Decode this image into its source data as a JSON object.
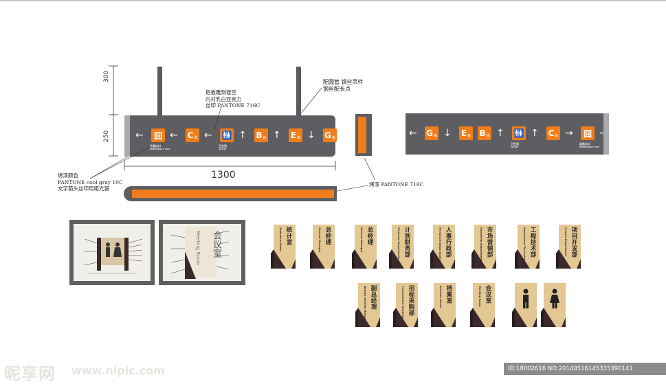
{
  "dimensions": {
    "height_top": "300",
    "height_bar": "250",
    "width": "1300"
  },
  "notes": {
    "center_lines": [
      "铝板雕刻镂空",
      "内衬乳白亚克力",
      "丝印 PANTONE 716C"
    ],
    "right_lines": [
      "配圆管 钢丝吊件",
      "钢丝配长点"
    ],
    "left_lines": [
      "烤漆颜色",
      "PANTONE cool gray 10C",
      "文字箭头丝印用哑光银"
    ],
    "bottom_right": "烤漆 PANTONE 716C"
  },
  "sign_front": {
    "items": [
      {
        "kind": "arrow",
        "glyph": "←"
      },
      {
        "kind": "tile",
        "glyph": "囧",
        "caption": "紧急出口",
        "caption2": "EMERGENCY EXIT"
      },
      {
        "kind": "arrow",
        "glyph": "←"
      },
      {
        "kind": "tile",
        "glyph": "C",
        "sub": "栋"
      },
      {
        "kind": "arrow",
        "glyph": "←"
      },
      {
        "kind": "tile",
        "glyph": "🚻",
        "caption": "卫生间",
        "caption2": "TOILET"
      },
      {
        "kind": "arrow",
        "glyph": "↑"
      },
      {
        "kind": "tile",
        "glyph": "B",
        "sub": "栋"
      },
      {
        "kind": "arrow",
        "glyph": "↑"
      },
      {
        "kind": "tile",
        "glyph": "E",
        "sub": "栋"
      },
      {
        "kind": "arrow",
        "glyph": "↓"
      },
      {
        "kind": "tile",
        "glyph": "G",
        "sub": "栋"
      },
      {
        "kind": "arrow",
        "glyph": "→"
      }
    ]
  },
  "sign_back": {
    "items": [
      {
        "kind": "arrow",
        "glyph": "←"
      },
      {
        "kind": "tile",
        "glyph": "G",
        "sub": "栋"
      },
      {
        "kind": "arrow",
        "glyph": "↓"
      },
      {
        "kind": "tile",
        "glyph": "E",
        "sub": "栋"
      },
      {
        "kind": "tile",
        "glyph": "B",
        "sub": "栋"
      },
      {
        "kind": "arrow",
        "glyph": "↑"
      },
      {
        "kind": "tile",
        "glyph": "🚻",
        "caption": "卫生间",
        "caption2": "TOILET"
      },
      {
        "kind": "arrow",
        "glyph": "↑"
      },
      {
        "kind": "tile",
        "glyph": "C",
        "sub": "栋"
      },
      {
        "kind": "arrow",
        "glyph": "→"
      },
      {
        "kind": "tile",
        "glyph": "囧",
        "caption": "紧急出口",
        "caption2": "EMERGENCY EXIT"
      },
      {
        "kind": "arrow",
        "glyph": "→"
      }
    ]
  },
  "photo_left": {
    "title": "",
    "label_lines": []
  },
  "photo_right": {
    "title": "会议室",
    "subtitle": "Meeting Room"
  },
  "plates_row1": [
    {
      "cn": "统计室",
      "en": "Statistical Room"
    },
    {
      "cn": "总经理",
      "en": "General Manager"
    },
    {
      "cn": "总经理",
      "en": "General Manager"
    },
    {
      "cn": "计划财务部",
      "en": "Financial Department"
    },
    {
      "cn": "人事行政部",
      "en": "Personnel Department"
    },
    {
      "cn": "市场营销部",
      "en": "Marketing Department"
    },
    {
      "cn": "工程技术部",
      "en": "Department Technology"
    },
    {
      "cn": "项目开发部",
      "en": "Project Department"
    }
  ],
  "plates_row2": [
    {
      "cn": "副总经理",
      "en": "Deputy General Manager"
    },
    {
      "cn": "招标采购部",
      "en": "Procurement Department"
    },
    {
      "cn": "档案室",
      "en": "Archives Room"
    },
    {
      "cn": "会议室",
      "en": "Meeting Room"
    },
    {
      "cn": "",
      "en": "",
      "icon": "man-icon"
    },
    {
      "cn": "",
      "en": "",
      "icon": "woman-icon"
    }
  ],
  "watermark": {
    "logo": "昵享网",
    "url": "www.nipic.com",
    "id_text": "ID:18002616 NO:20140516145335390141"
  },
  "colors": {
    "orange": "#f07d1a",
    "gray": "#5e5e62",
    "wood": "#e3c894",
    "dark": "#3b2a2c"
  }
}
